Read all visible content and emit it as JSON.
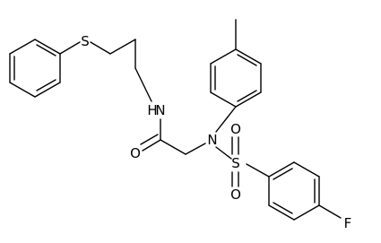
{
  "molecule": {
    "atoms": {
      "S_thio": "S",
      "N_amide": "N",
      "H_amide": "H",
      "O_carbonyl": "O",
      "N_sulfonamide": "N",
      "S_sulfonyl": "S",
      "O_sulfonyl_top": "O",
      "O_sulfonyl_bottom": "O",
      "F": "F"
    }
  }
}
